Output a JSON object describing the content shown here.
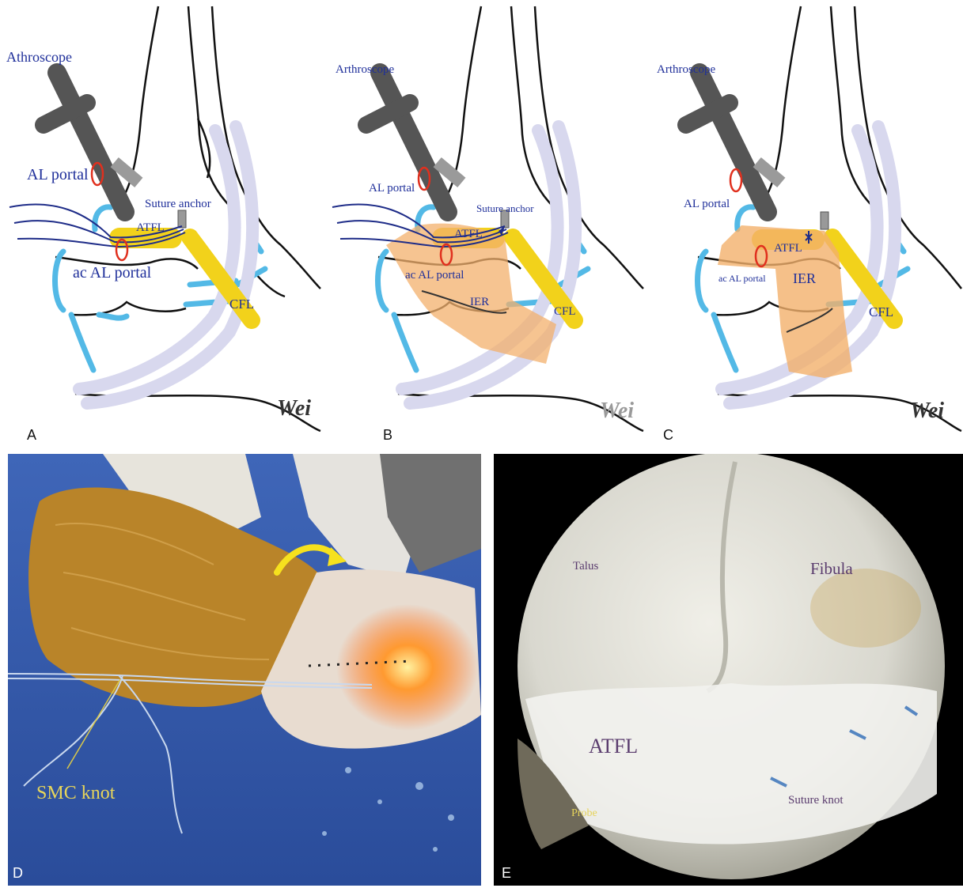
{
  "panels": [
    {
      "letter": "A",
      "labels": {
        "arthroscope": "Athroscope",
        "al_portal": "AL portal",
        "suture_anchor": "Suture anchor",
        "atfl": "ATFL",
        "ac_al_portal": "ac AL portal",
        "cfl": "CFL",
        "signature": "Wei"
      }
    },
    {
      "letter": "B",
      "labels": {
        "arthroscope": "Arthroscope",
        "al_portal": "AL portal",
        "suture_anchor": "Suture anchor",
        "atfl": "ATFL",
        "ac_al_portal": "ac AL portal",
        "ier": "IER",
        "cfl": "CFL",
        "signature": "Wei"
      }
    },
    {
      "letter": "C",
      "labels": {
        "arthroscope": "Arthroscope",
        "al_portal": "AL portal",
        "atfl": "ATFL",
        "ac_al_portal": "ac AL portal",
        "ier": "IER",
        "cfl": "CFL",
        "signature": "Wei"
      }
    },
    {
      "letter": "D",
      "labels": {
        "smc_knot": "SMC knot"
      }
    },
    {
      "letter": "E",
      "labels": {
        "talus": "Talus",
        "fibula": "Fibula",
        "atfl": "ATFL",
        "probe": "Probe",
        "suture_knot": "Suture knot"
      }
    }
  ],
  "colors": {
    "ligament_yellow": "#f2d21b",
    "ier_orange": "#f3b06c",
    "bone_blue": "#53b9e6",
    "tendon_lavender": "#d8d8ee",
    "arthroscope_gray": "#555555",
    "portal_red": "#e0301e",
    "label_blue": "#1f2f9a",
    "suture_navy": "#1e2c88"
  }
}
